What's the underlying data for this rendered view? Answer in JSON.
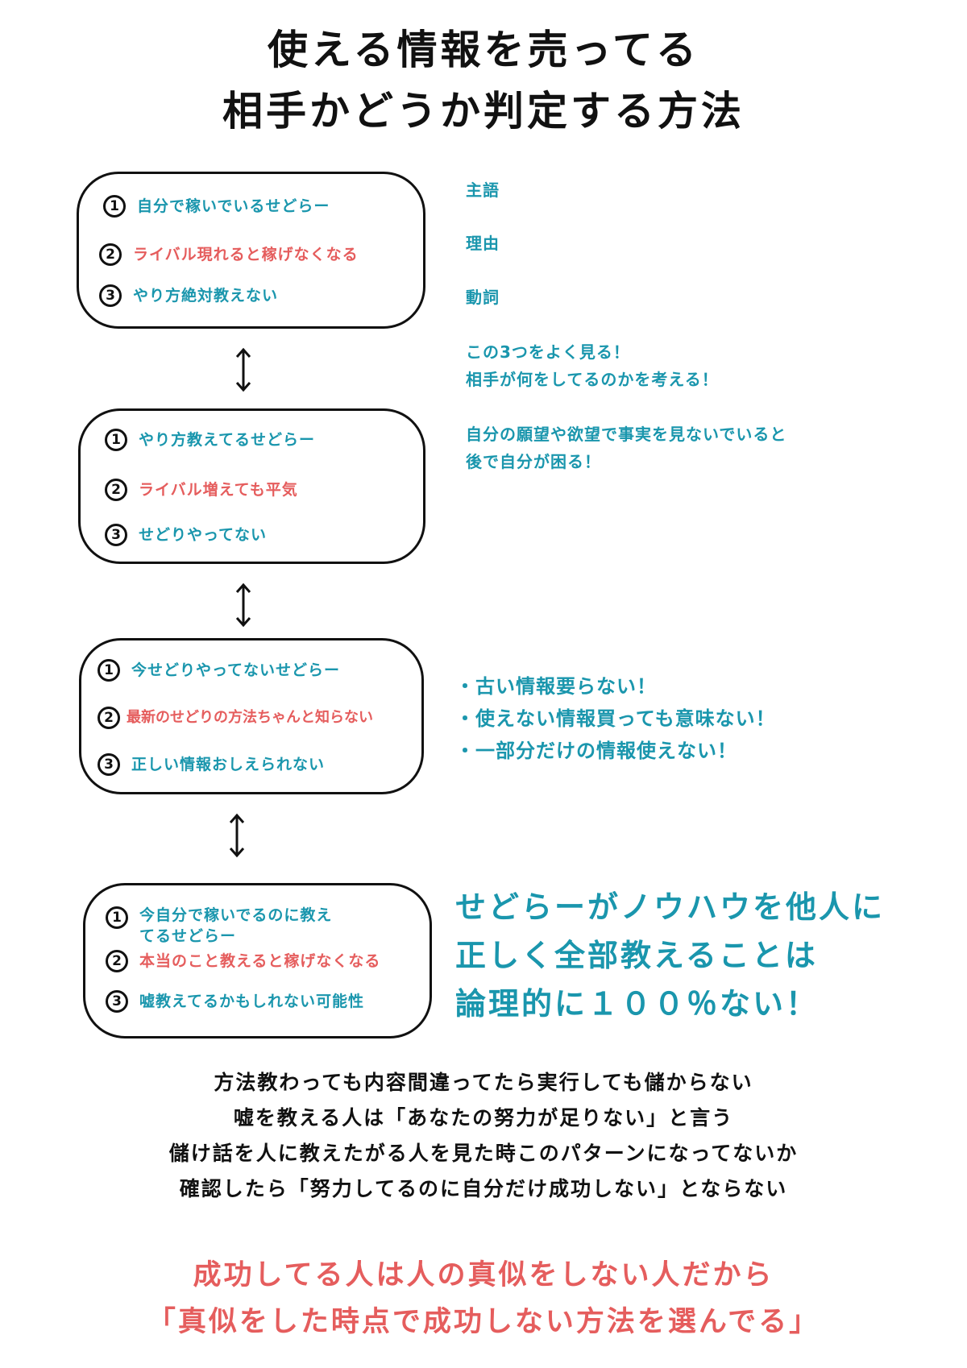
{
  "title": {
    "line1": "使える情報を売ってる",
    "line2": "相手かどうか判定する方法"
  },
  "boxes": [
    {
      "items": [
        {
          "num": "1",
          "text": "自分で稼いでいるせどらー"
        },
        {
          "num": "2",
          "text": "ライバル現れると稼げなくなる"
        },
        {
          "num": "3",
          "text": "やり方絶対教えない"
        }
      ]
    },
    {
      "items": [
        {
          "num": "1",
          "text": "やり方教えてるせどらー"
        },
        {
          "num": "2",
          "text": "ライバル増えても平気"
        },
        {
          "num": "3",
          "text": "せどりやってない"
        }
      ]
    },
    {
      "items": [
        {
          "num": "1",
          "text": "今せどりやってないせどらー"
        },
        {
          "num": "2",
          "text": "最新のせどりの方法ちゃんと知らない"
        },
        {
          "num": "3",
          "text": "正しい情報おしえられない"
        }
      ]
    },
    {
      "items": [
        {
          "num": "1",
          "text_line1": "今自分で稼いでるのに教え",
          "text_line2": "てるせどらー"
        },
        {
          "num": "2",
          "text": "本当のこと教えると稼げなくなる"
        },
        {
          "num": "3",
          "text": "嘘教えてるかもしれない可能性"
        }
      ]
    }
  ],
  "legend": {
    "subject": "主語",
    "reason": "理由",
    "verb": "動詞"
  },
  "notes": {
    "look_line1": "この3つをよく見る！",
    "look_line2": "相手が何をしてるのかを考える！",
    "wish_line1": "自分の願望や欲望で事実を見ないでいると",
    "wish_line2": "後で自分が困る！"
  },
  "bullets": [
    "・古い情報要らない！",
    "・使えない情報買っても意味ない！",
    "・一部分だけの情報使えない！"
  ],
  "big_statement": {
    "line1": "せどらーがノウハウを他人に",
    "line2": "正しく全部教えることは",
    "line3": "論理的に１００％ない！"
  },
  "paragraph": [
    "方法教わっても内容間違ってたら実行しても儲からない",
    "嘘を教える人は「あなたの努力が足りない」と言う",
    "儲け話を人に教えたがる人を見た時このパターンになってないか",
    "確認したら「努力してるのに自分だけ成功しない」とならない"
  ],
  "conclusion": {
    "line1": "成功してる人は人の真似をしない人だから",
    "line2": "「真似をした時点で成功しない方法を選んでる」"
  },
  "colors": {
    "teal": "#1a96ad",
    "red": "#e55d5d",
    "ink": "#111111"
  }
}
